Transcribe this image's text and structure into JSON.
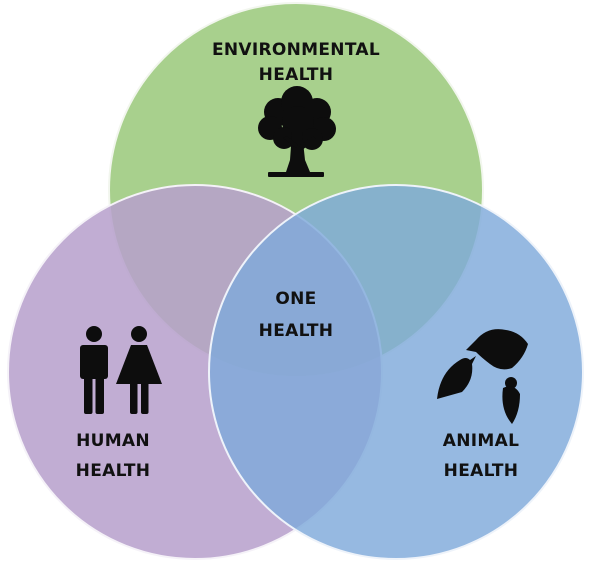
{
  "diagram": {
    "type": "venn",
    "sets": [
      {
        "id": "environmental",
        "label_line1": "ENVIRONMENTAL",
        "label_line2": "HEALTH",
        "color": "#a8d08d",
        "icon": "tree-icon"
      },
      {
        "id": "human",
        "label_line1": "HUMAN",
        "label_line2": "HEALTH",
        "color": "#c3a9d6",
        "icon": "people-icon"
      },
      {
        "id": "animal",
        "label_line1": "ANIMAL",
        "label_line2": "HEALTH",
        "color": "#90b5de",
        "icon": "birds-icon"
      }
    ],
    "center": {
      "label_line1": "ONE",
      "label_line2": "HEALTH"
    }
  }
}
